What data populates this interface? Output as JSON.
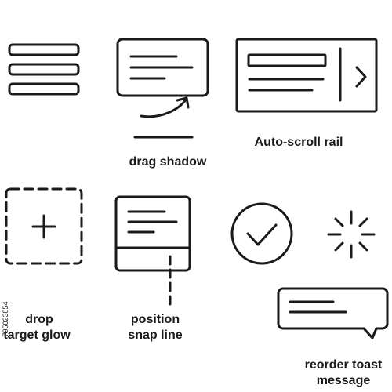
{
  "labels": {
    "drag_shadow": "drag shadow",
    "auto_scroll_rail": "Auto-scroll rail",
    "drop_target_glow_line1": "drop",
    "drop_target_glow_line2": "target glow",
    "position_snap_line_line1": "position",
    "position_snap_line_line2": "snap line",
    "reorder_toast_line1": "reorder toast",
    "reorder_toast_line2": "message"
  },
  "stock_id": "795023854",
  "icons": [
    "drag-handle-icon",
    "drag-shadow-card-icon",
    "auto-scroll-rail-icon",
    "drop-target-icon",
    "snap-line-icon",
    "check-circle-icon",
    "burst-icon",
    "toast-message-icon"
  ],
  "colors": {
    "stroke": "#1a1a1a",
    "background": "#ffffff"
  }
}
